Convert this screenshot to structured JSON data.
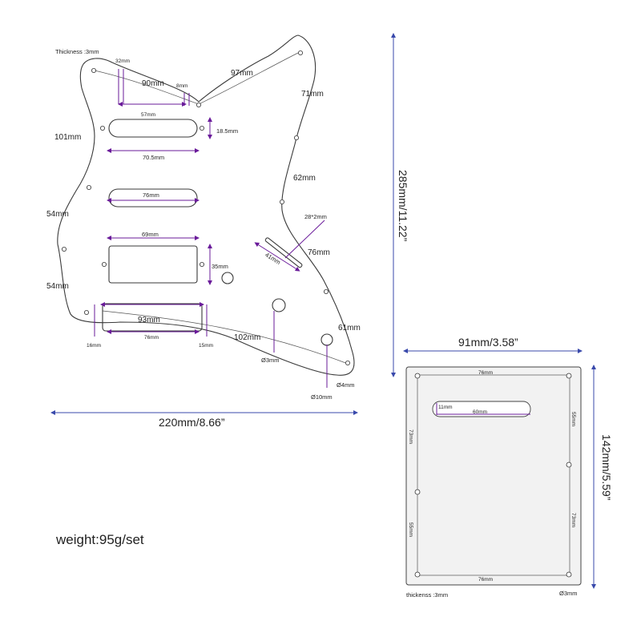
{
  "pickguard": {
    "thickness": "Thickness :3mm",
    "dims": {
      "d32": "32mm",
      "d90": "90mm",
      "d8": "8mm",
      "d97": "97mm",
      "d71": "71mm",
      "d57": "57mm",
      "d101": "101mm",
      "d18_5": "18.5mm",
      "d70_5": "70.5mm",
      "d62": "62mm",
      "d76a": "76mm",
      "d54a": "54mm",
      "d28x2": "28*2mm",
      "d69": "69mm",
      "d76b": "76mm",
      "d41": "41mm",
      "d35": "35mm",
      "d54b": "54mm",
      "d93": "93mm",
      "d102": "102mm",
      "d61": "61mm",
      "d16": "16mm",
      "d76c": "76mm",
      "d15": "15mm",
      "phi3": "Ø3mm",
      "phi4": "Ø4mm",
      "phi10": "Ø10mm"
    },
    "height": "285mm/11.22”",
    "width": "220mm/8.66”"
  },
  "backplate": {
    "width": "91mm/3.58”",
    "height": "142mm/5.59”",
    "top": "76mm",
    "bottom": "76mm",
    "slot_h": "11mm",
    "slot_w": "60mm",
    "left_upper": "73mm",
    "left_lower": "55mm",
    "right_upper": "55mm",
    "right_lower": "73mm",
    "thickness": "thickenss :3mm",
    "hole": "Ø3mm"
  },
  "weight": "weight:95g/set",
  "colors": {
    "dimension": "#6a1b9a",
    "overall": "#3949ab",
    "outline": "#3a3a3a",
    "plate_fill": "#f2f2f2"
  }
}
